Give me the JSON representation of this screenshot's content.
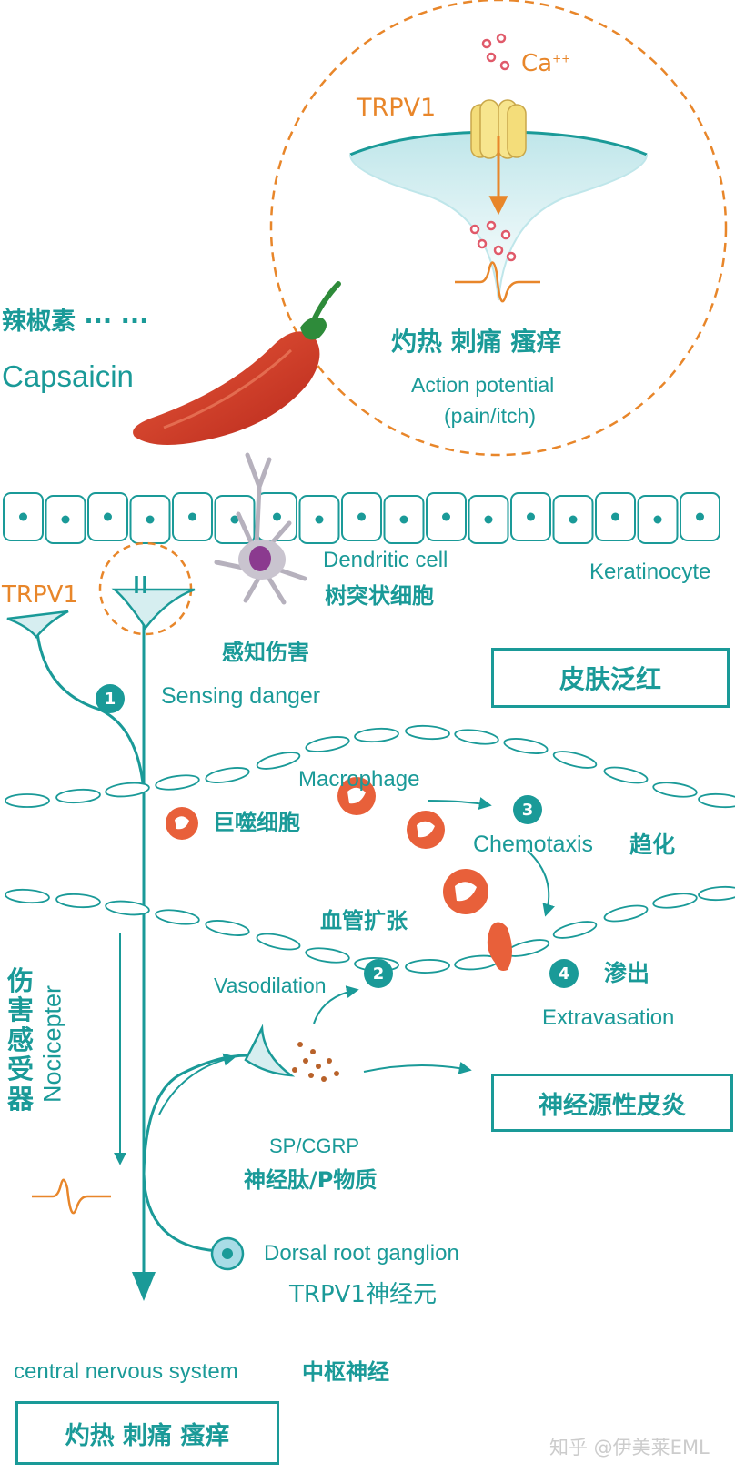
{
  "colors": {
    "teal": "#1a9a98",
    "orange": "#e8862a",
    "pepper": "#d8402a",
    "macrophage": "#e8603a",
    "pink": "#e05a6a"
  },
  "header": {
    "capsaicin_cn": "辣椒素 ··· ···",
    "capsaicin_en": "Capsaicin",
    "ca": "Ca",
    "ca_sup": "++",
    "trpv1_top": "TRPV1",
    "sensation_cn": "灼热 刺痛 瘙痒",
    "ap_line1": "Action potential",
    "ap_line2": "(pain/itch)"
  },
  "skin": {
    "dendritic_en": "Dendritic cell",
    "dendritic_cn": "树突状细胞",
    "keratinocyte": "Keratinocyte",
    "trpv1_left": "TRPV1"
  },
  "steps": [
    {
      "num": "1",
      "cn": "感知伤害",
      "en": "Sensing danger"
    },
    {
      "num": "2",
      "cn": "血管扩张",
      "en": "Vasodilation"
    },
    {
      "num": "3",
      "cn": "趋化",
      "en": "Chemotaxis"
    },
    {
      "num": "4",
      "cn": "渗出",
      "en": "Extravasation"
    }
  ],
  "boxes": {
    "skin_flush": "皮肤泛红",
    "neurogenic": "神经源性皮炎",
    "bottom": "灼热 刺痛 瘙痒"
  },
  "vessels": {
    "macrophage_en": "Macrophage",
    "macrophage_cn": "巨噬细胞"
  },
  "neuron": {
    "nociceptor_cn": "伤害感受器",
    "nociceptor_en": "Nocicepter",
    "sp_en": "SP/CGRP",
    "sp_cn": "神经肽/P物质",
    "drg_en": "Dorsal root ganglion",
    "drg_cn": "TRPV1神经元",
    "cns_en": "central nervous system",
    "cns_cn": "中枢神经"
  },
  "watermark": "知乎 @伊美莱EML"
}
